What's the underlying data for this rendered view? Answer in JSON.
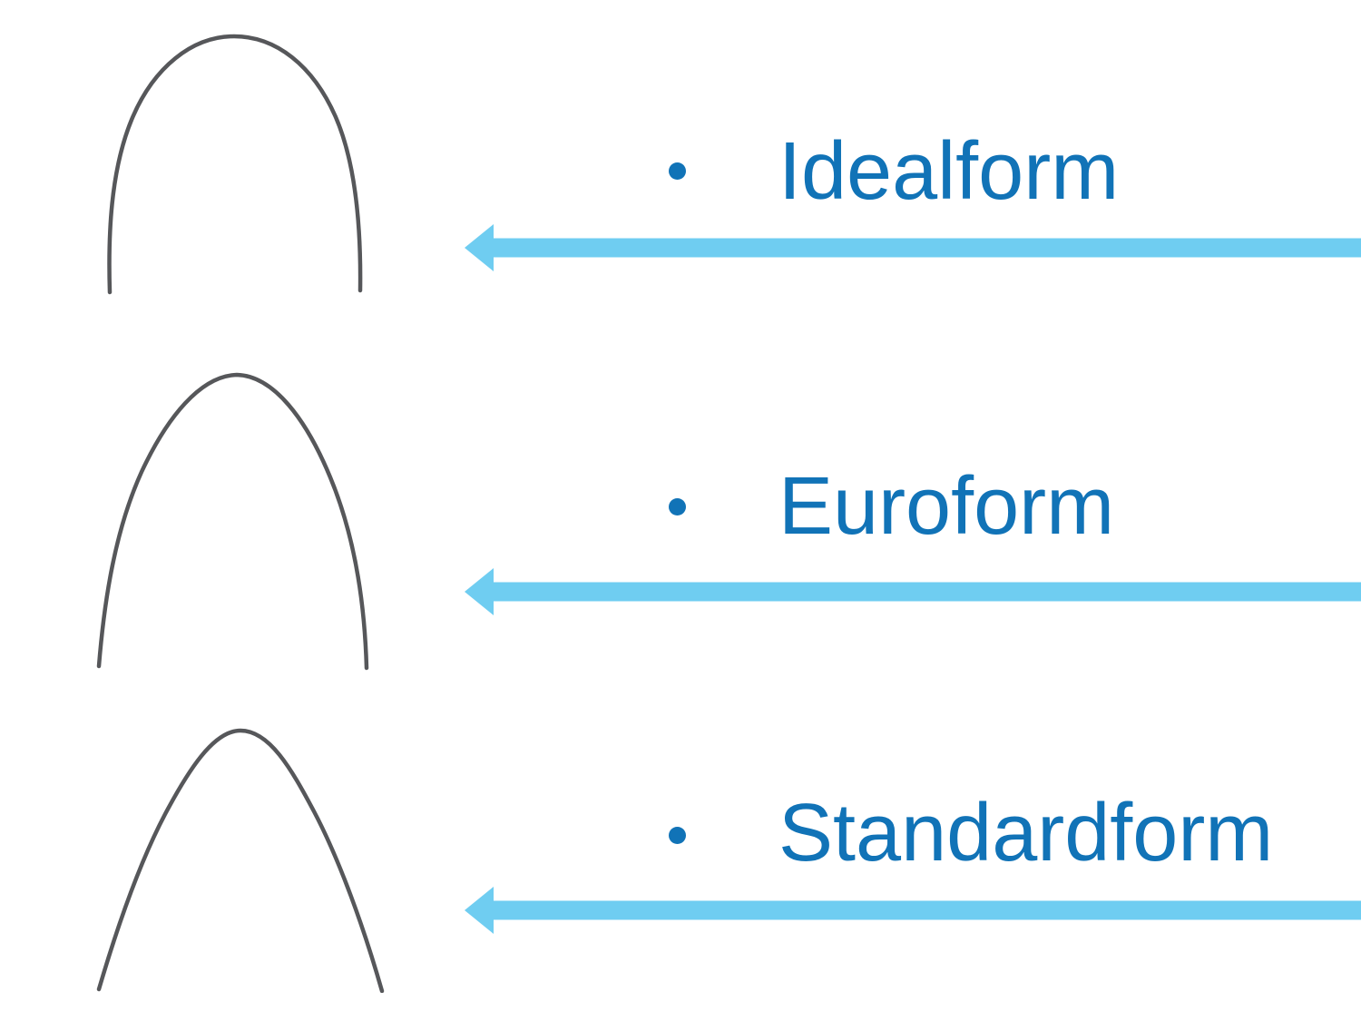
{
  "slide": {
    "items": [
      {
        "id": "idealform",
        "label": "Idealform"
      },
      {
        "id": "euroform",
        "label": "Euroform"
      },
      {
        "id": "standardform",
        "label": "Standardform"
      }
    ],
    "colors": {
      "label_text": "#1173B7",
      "bullet": "#1173B7",
      "arrow": "#6FCDF1",
      "wire": "#56575A",
      "background": "#ffffff"
    }
  }
}
